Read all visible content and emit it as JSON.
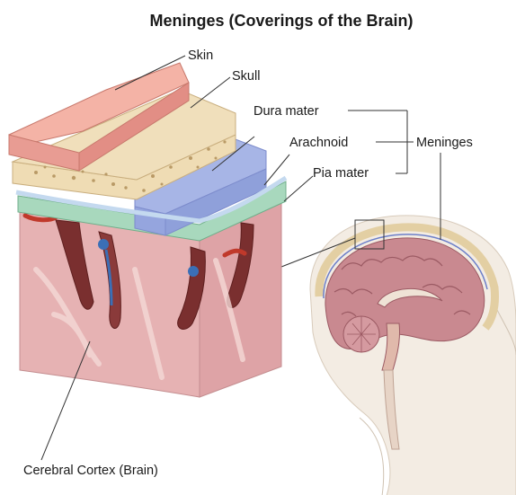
{
  "title": "Meninges (Coverings of the Brain)",
  "labels": {
    "skin": "Skin",
    "skull": "Skull",
    "dura_mater": "Dura mater",
    "arachnoid": "Arachnoid",
    "pia_mater": "Pia mater",
    "meninges": "Meninges",
    "cerebral_cortex": "Cerebral Cortex (Brain)"
  },
  "colors": {
    "skin": "#e89c93",
    "skull": "#efdcb4",
    "dura_mater": "#a7b5e6",
    "arachnoid": "#a8d8bd",
    "cortex": "#e6b2b3",
    "vessel_red": "#c0392b",
    "vessel_blue": "#3b6fb6"
  }
}
